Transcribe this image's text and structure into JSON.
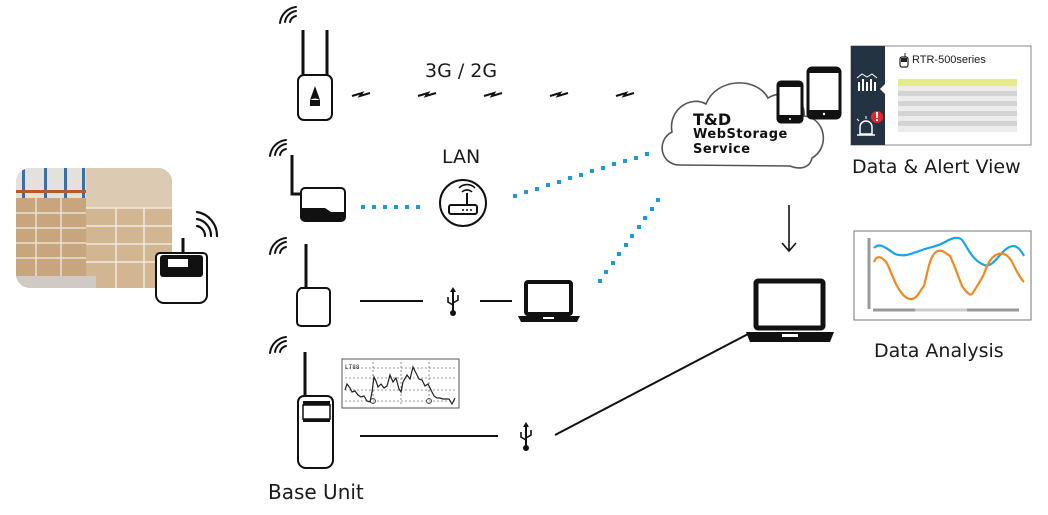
{
  "sensor": {
    "photo": "warehouse-boxes-photo",
    "device_icon": "wireless-logger-icon"
  },
  "connections": {
    "cellular_label": "3G / 2G",
    "lan_label": "LAN"
  },
  "base_unit_label": "Base Unit",
  "cloud": {
    "line1": "T&D",
    "line2": "WebStorage",
    "line3": "Service"
  },
  "data_alert_view": {
    "device_label": "RTR-500series",
    "caption": "Data & Alert View",
    "highlight_color": "#e6ec8e",
    "sidebar_color": "#243342",
    "alert_color": "#e8232d"
  },
  "data_analysis": {
    "caption": "Data Analysis",
    "series_colors": [
      "#1aa3e8",
      "#f0891e"
    ]
  },
  "colors": {
    "dotted_link": "#1a9bd7"
  }
}
